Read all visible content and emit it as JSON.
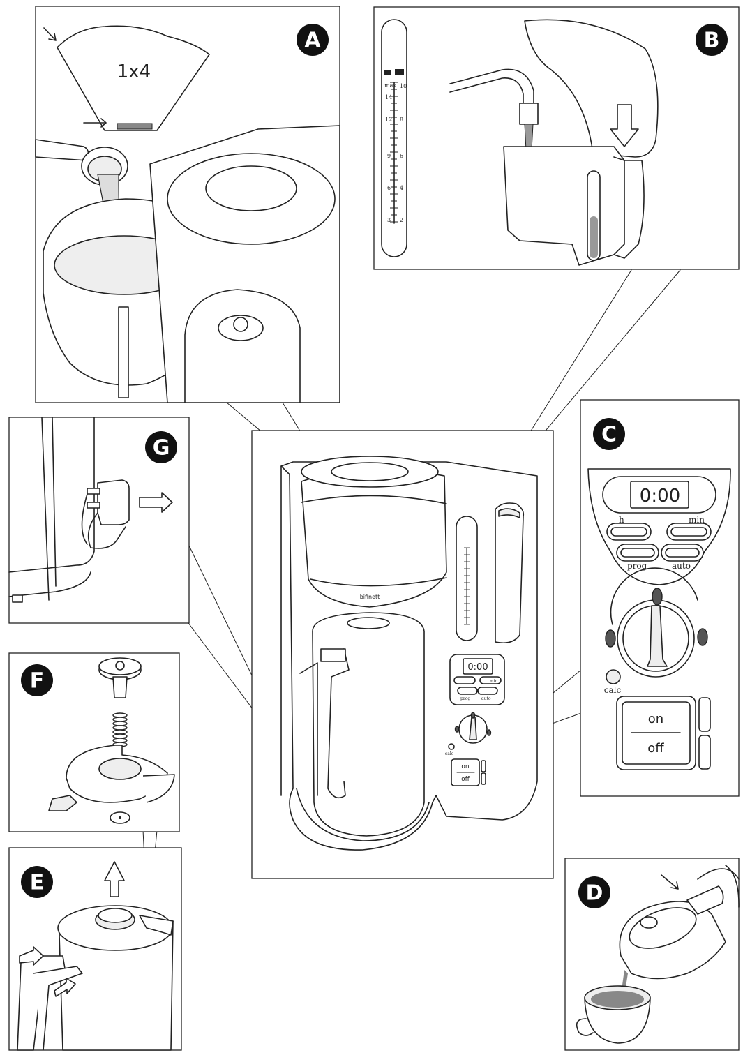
{
  "badges": {
    "a": "A",
    "b": "B",
    "c": "C",
    "d": "D",
    "e": "E",
    "f": "F",
    "g": "G"
  },
  "filter_label": "1x4",
  "gauge": {
    "cup_labels": [
      "max",
      "14",
      "12",
      "9",
      "6",
      "3"
    ],
    "mug_labels": [
      "10",
      "8",
      "6",
      "4",
      "2"
    ]
  },
  "control_panel": {
    "display": "0:00",
    "buttons": {
      "h": "h",
      "min": "min",
      "prog": "prog",
      "auto": "auto"
    },
    "calc": "calc",
    "switch_on": "on",
    "switch_off": "off"
  },
  "machine": {
    "brand": "bifinett",
    "display": "0:00",
    "buttons": {
      "min": "min",
      "prog": "prog",
      "auto": "auto"
    },
    "calc": "calc",
    "switch_on": "on",
    "switch_off": "off"
  }
}
